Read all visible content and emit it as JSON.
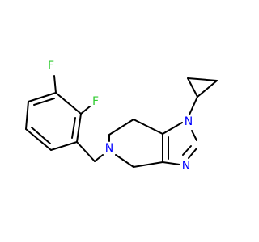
{
  "molecule": {
    "atoms": {
      "F1": "F",
      "F2": "F",
      "N_pyr": "N",
      "N_imid1": "N",
      "N_imid3": "N"
    },
    "colors": {
      "bond": "#000000",
      "fluorine": "#33cc33",
      "nitrogen": "#0000ff"
    }
  }
}
